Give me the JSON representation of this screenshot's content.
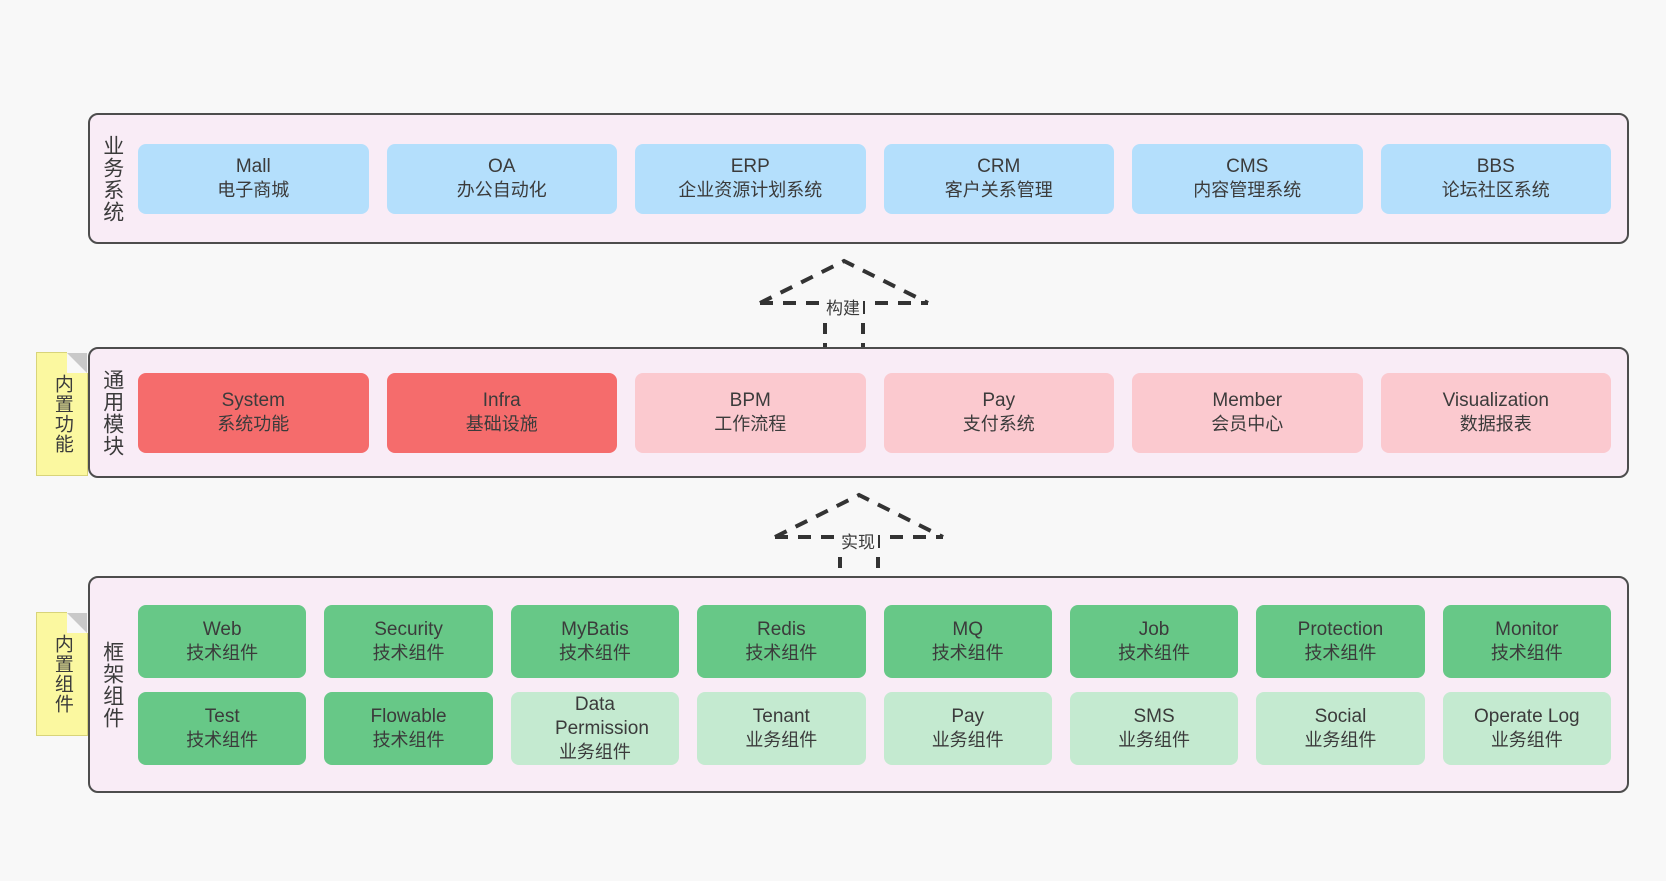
{
  "diagram": {
    "background": "#f8f8f8",
    "panel_bg": "#f9ecf6",
    "panel_border": "#4d4d4d"
  },
  "layers": [
    {
      "id": "business-systems",
      "caption": "业务系统",
      "color": "#b4dffc",
      "rows": [
        [
          {
            "en": "Mall",
            "cn": "电子商城",
            "style": "c-blue"
          },
          {
            "en": "OA",
            "cn": "办公自动化",
            "style": "c-blue"
          },
          {
            "en": "ERP",
            "cn": "企业资源计划系统",
            "style": "c-blue"
          },
          {
            "en": "CRM",
            "cn": "客户关系管理",
            "style": "c-blue"
          },
          {
            "en": "CMS",
            "cn": "内容管理系统",
            "style": "c-blue"
          },
          {
            "en": "BBS",
            "cn": "论坛社区系统",
            "style": "c-blue"
          }
        ]
      ]
    },
    {
      "id": "common-modules",
      "caption": "通用模块",
      "sticky": "内置功能",
      "rows": [
        [
          {
            "en": "System",
            "cn": "系统功能",
            "style": "c-red"
          },
          {
            "en": "Infra",
            "cn": "基础设施",
            "style": "c-red"
          },
          {
            "en": "BPM",
            "cn": "工作流程",
            "style": "c-pink"
          },
          {
            "en": "Pay",
            "cn": "支付系统",
            "style": "c-pink"
          },
          {
            "en": "Member",
            "cn": "会员中心",
            "style": "c-pink"
          },
          {
            "en": "Visualization",
            "cn": "数据报表",
            "style": "c-pink"
          }
        ]
      ]
    },
    {
      "id": "framework-components",
      "caption": "框架组件",
      "sticky": "内置组件",
      "rows": [
        [
          {
            "en": "Web",
            "cn": "技术组件",
            "style": "c-green"
          },
          {
            "en": "Security",
            "cn": "技术组件",
            "style": "c-green"
          },
          {
            "en": "MyBatis",
            "cn": "技术组件",
            "style": "c-green"
          },
          {
            "en": "Redis",
            "cn": "技术组件",
            "style": "c-green"
          },
          {
            "en": "MQ",
            "cn": "技术组件",
            "style": "c-green"
          },
          {
            "en": "Job",
            "cn": "技术组件",
            "style": "c-green"
          },
          {
            "en": "Protection",
            "cn": "技术组件",
            "style": "c-green"
          },
          {
            "en": "Monitor",
            "cn": "技术组件",
            "style": "c-green"
          }
        ],
        [
          {
            "en": "Test",
            "cn": "技术组件",
            "style": "c-green"
          },
          {
            "en": "Flowable",
            "cn": "技术组件",
            "style": "c-green"
          },
          {
            "en": "Data Permission",
            "cn": "业务组件",
            "style": "c-lightgreen"
          },
          {
            "en": "Tenant",
            "cn": "业务组件",
            "style": "c-lightgreen"
          },
          {
            "en": "Pay",
            "cn": "业务组件",
            "style": "c-lightgreen"
          },
          {
            "en": "SMS",
            "cn": "业务组件",
            "style": "c-lightgreen"
          },
          {
            "en": "Social",
            "cn": "业务组件",
            "style": "c-lightgreen"
          },
          {
            "en": "Operate Log",
            "cn": "业务组件",
            "style": "c-lightgreen"
          }
        ]
      ]
    }
  ],
  "connectors": [
    {
      "id": "build",
      "label": "构建",
      "from": "common-modules",
      "to": "business-systems",
      "style": "dashed-generalization"
    },
    {
      "id": "implement",
      "label": "实现",
      "from": "framework-components",
      "to": "common-modules",
      "style": "dashed-generalization"
    }
  ],
  "palette": {
    "blue": "#b4dffc",
    "red": "#f56c6c",
    "pink": "#fbc9cf",
    "green": "#67c887",
    "light_green": "#c4ead0",
    "sticky_yellow": "#fbf8a0",
    "panel_pink": "#f9ecf6"
  }
}
